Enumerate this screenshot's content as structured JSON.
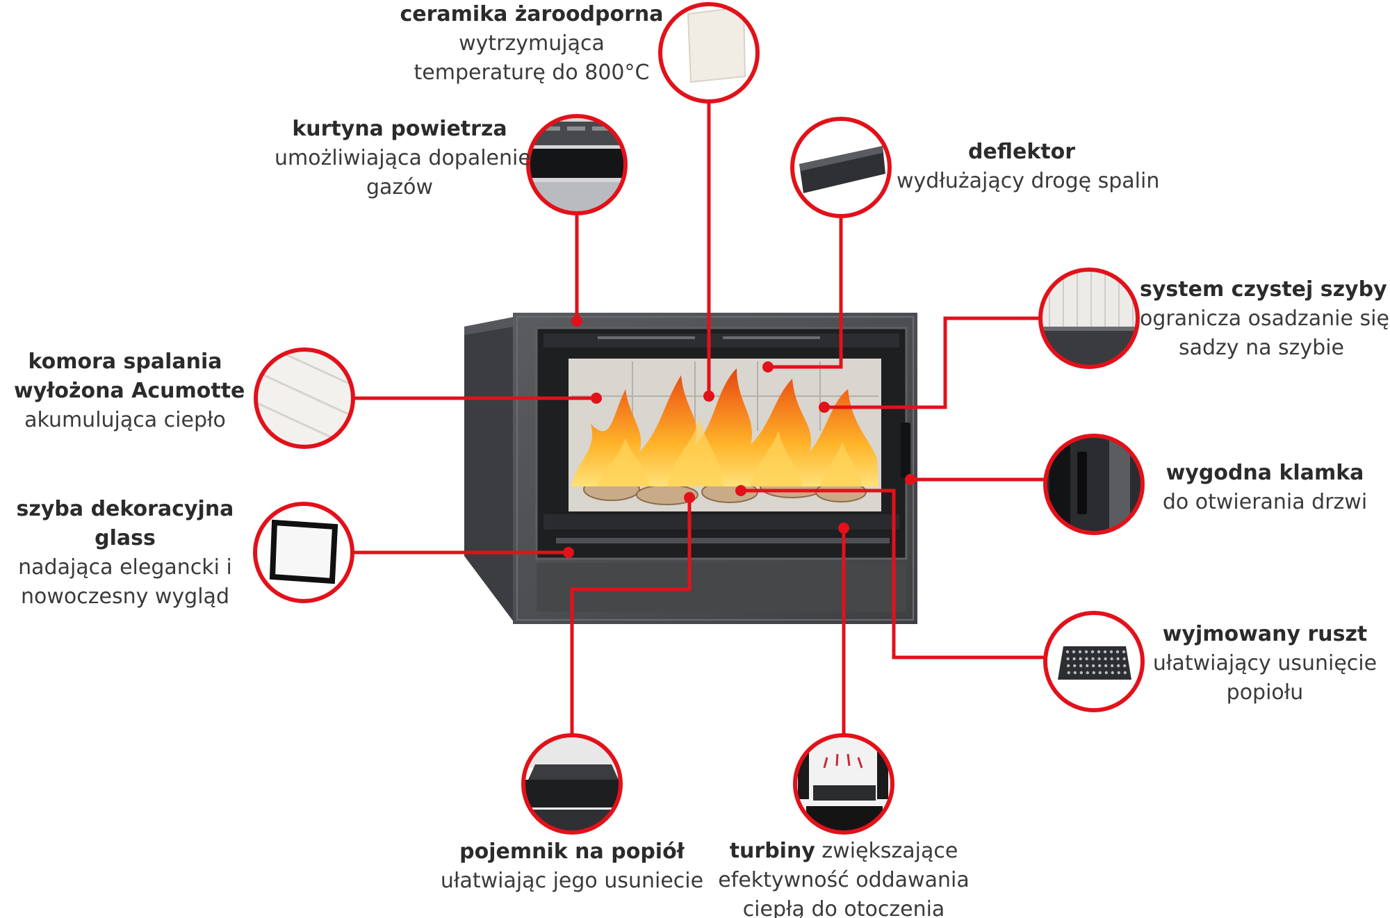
{
  "colors": {
    "accent": "#e2111a",
    "frame": "#4a4c50",
    "frame_dark": "#2b2c2f",
    "background": "#ffffff"
  },
  "features": [
    {
      "id": "ceramika",
      "title": "ceramika żaroodporna",
      "desc_lines": [
        "wytrzymująca",
        "temperaturę do 800°C"
      ],
      "icon": "ceramic-panel-icon"
    },
    {
      "id": "kurtyna",
      "title": "kurtyna powietrza",
      "desc_lines": [
        "umożliwiająca dopalenie",
        "gazów"
      ],
      "icon": "air-curtain-icon"
    },
    {
      "id": "deflektor",
      "title": "deflektor",
      "desc_lines": [
        "wydłużający drogę spalin"
      ],
      "icon": "deflector-icon"
    },
    {
      "id": "system",
      "title": "system czystej szyby",
      "desc_lines": [
        "ogranicza osadzanie się",
        "sadzy na szybie"
      ],
      "icon": "clean-glass-icon"
    },
    {
      "id": "komora",
      "title_lines": [
        "komora spalania",
        "wyłożona Acumotte"
      ],
      "desc_lines": [
        "akumulująca ciepło"
      ],
      "icon": "acumotte-lining-icon"
    },
    {
      "id": "klamka",
      "title": "wygodna klamka",
      "desc_lines": [
        "do otwierania drzwi"
      ],
      "icon": "door-handle-icon"
    },
    {
      "id": "szyba",
      "title_lines": [
        "szyba dekoracyjna",
        "glass"
      ],
      "desc_lines": [
        "nadająca elegancki i",
        "nowoczesny wygląd"
      ],
      "icon": "glass-pane-icon"
    },
    {
      "id": "ruszt",
      "title": "wyjmowany ruszt",
      "desc_lines": [
        "ułatwiający usunięcie",
        "popiołu"
      ],
      "icon": "grate-icon"
    },
    {
      "id": "pojemnik",
      "title": "pojemnik na popiół",
      "desc_lines": [
        "ułatwiając jego usuniecie"
      ],
      "icon": "ash-pan-icon"
    },
    {
      "id": "turbiny",
      "title": "turbiny",
      "title_suffix": " zwiększające",
      "desc_lines": [
        "efektywność oddawania",
        "ciepłą do otoczenia"
      ],
      "icon": "turbine-icon"
    }
  ]
}
